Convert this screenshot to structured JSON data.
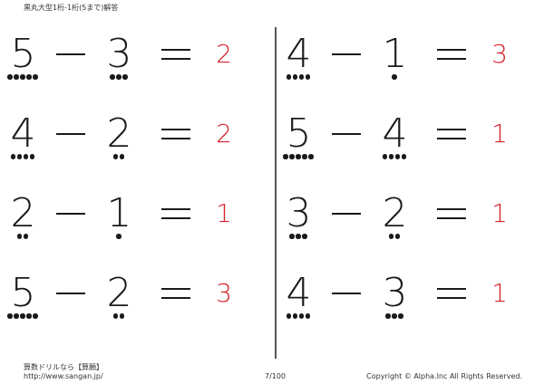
{
  "header": {
    "title": "黒丸大型1桁-1桁(5まで)解答"
  },
  "columns": [
    {
      "problems": [
        {
          "a": "5",
          "a_dots": 5,
          "b": "3",
          "b_dots": 3,
          "answer": "2"
        },
        {
          "a": "4",
          "a_dots": 4,
          "b": "2",
          "b_dots": 2,
          "answer": "2"
        },
        {
          "a": "2",
          "a_dots": 2,
          "b": "1",
          "b_dots": 1,
          "answer": "1"
        },
        {
          "a": "5",
          "a_dots": 5,
          "b": "2",
          "b_dots": 2,
          "answer": "3"
        }
      ]
    },
    {
      "problems": [
        {
          "a": "4",
          "a_dots": 4,
          "b": "1",
          "b_dots": 1,
          "answer": "3"
        },
        {
          "a": "5",
          "a_dots": 5,
          "b": "4",
          "b_dots": 4,
          "answer": "1"
        },
        {
          "a": "3",
          "a_dots": 3,
          "b": "2",
          "b_dots": 2,
          "answer": "1"
        },
        {
          "a": "4",
          "a_dots": 4,
          "b": "3",
          "b_dots": 3,
          "answer": "1"
        }
      ]
    }
  ],
  "footer": {
    "title": "算数ドリルなら【算願】",
    "url": "http://www.sangan.jp/",
    "page": "7/100",
    "copyright": "Copyright © Alpha.Inc All Rights Reserved."
  },
  "colors": {
    "answer": "#d4202a",
    "ink": "#1a1a1a"
  }
}
